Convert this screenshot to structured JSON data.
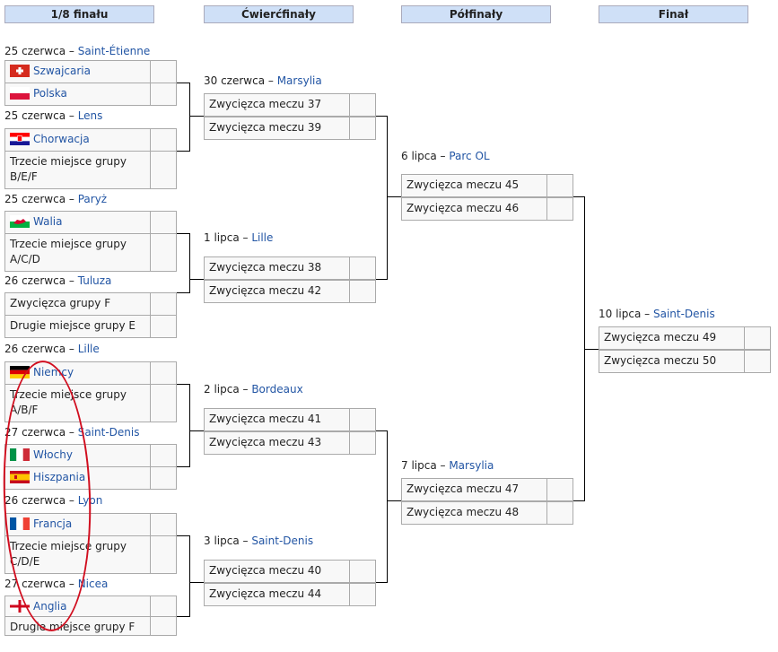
{
  "rounds": [
    "1/8 finału",
    "Ćwierćfinały",
    "Półfinały",
    "Finał"
  ],
  "dash": " – ",
  "r16": [
    {
      "date": "25 czerwca",
      "venue": "Saint-Étienne",
      "teams": [
        {
          "name": "Szwajcaria",
          "flag": "switzerland-flag-icon"
        },
        {
          "name": "Polska",
          "flag": "poland-flag-icon"
        }
      ]
    },
    {
      "date": "25 czerwca",
      "venue": "Lens",
      "teams": [
        {
          "name": "Chorwacja",
          "flag": "croatia-flag-icon"
        },
        {
          "name": "Trzecie miejsce grupy B/E/F"
        }
      ]
    },
    {
      "date": "25 czerwca",
      "venue": "Paryż",
      "teams": [
        {
          "name": "Walia",
          "flag": "wales-flag-icon"
        },
        {
          "name": "Trzecie miejsce grupy A/C/D"
        }
      ]
    },
    {
      "date": "26 czerwca",
      "venue": "Tuluza",
      "teams": [
        {
          "name": "Zwycięzca grupy F"
        },
        {
          "name": "Drugie miejsce grupy E"
        }
      ]
    },
    {
      "date": "26 czerwca",
      "venue": "Lille",
      "teams": [
        {
          "name": "Niemcy",
          "flag": "germany-flag-icon"
        },
        {
          "name": "Trzecie miejsce grupy A/B/F"
        }
      ]
    },
    {
      "date": "27 czerwca",
      "venue": "Saint-Denis",
      "teams": [
        {
          "name": "Włochy",
          "flag": "italy-flag-icon"
        },
        {
          "name": "Hiszpania",
          "flag": "spain-flag-icon"
        }
      ]
    },
    {
      "date": "26 czerwca",
      "venue": "Lyon",
      "teams": [
        {
          "name": "Francja",
          "flag": "france-flag-icon"
        },
        {
          "name": "Trzecie miejsce grupy C/D/E"
        }
      ]
    },
    {
      "date": "27 czerwca",
      "venue": "Nicea",
      "teams": [
        {
          "name": "Anglia",
          "flag": "england-flag-icon"
        },
        {
          "name": "Drugie miejsce grupy F"
        }
      ]
    }
  ],
  "qf": [
    {
      "date": "30 czerwca",
      "venue": "Marsylia",
      "teams": [
        {
          "name": "Zwycięzca meczu 37"
        },
        {
          "name": "Zwycięzca meczu 39"
        }
      ]
    },
    {
      "date": "1 lipca",
      "venue": "Lille",
      "teams": [
        {
          "name": "Zwycięzca meczu 38"
        },
        {
          "name": "Zwycięzca meczu 42"
        }
      ]
    },
    {
      "date": "2 lipca",
      "venue": "Bordeaux",
      "teams": [
        {
          "name": "Zwycięzca meczu 41"
        },
        {
          "name": "Zwycięzca meczu 43"
        }
      ]
    },
    {
      "date": "3 lipca",
      "venue": "Saint-Denis",
      "teams": [
        {
          "name": "Zwycięzca meczu 40"
        },
        {
          "name": "Zwycięzca meczu 44"
        }
      ]
    }
  ],
  "sf": [
    {
      "date": "6 lipca",
      "venue": "Parc OL",
      "teams": [
        {
          "name": "Zwycięzca meczu 45"
        },
        {
          "name": "Zwycięzca meczu 46"
        }
      ]
    },
    {
      "date": "7 lipca",
      "venue": "Marsylia",
      "teams": [
        {
          "name": "Zwycięzca meczu 47"
        },
        {
          "name": "Zwycięzca meczu 48"
        }
      ]
    }
  ],
  "final": [
    {
      "date": "10 lipca",
      "venue": "Saint-Denis",
      "teams": [
        {
          "name": "Zwycięzca meczu 49"
        },
        {
          "name": "Zwycięzca meczu 50"
        }
      ]
    }
  ],
  "colors": {
    "header_bg": "#cfe0f7",
    "link": "#2255a4",
    "annotation": "#d10e1f"
  }
}
